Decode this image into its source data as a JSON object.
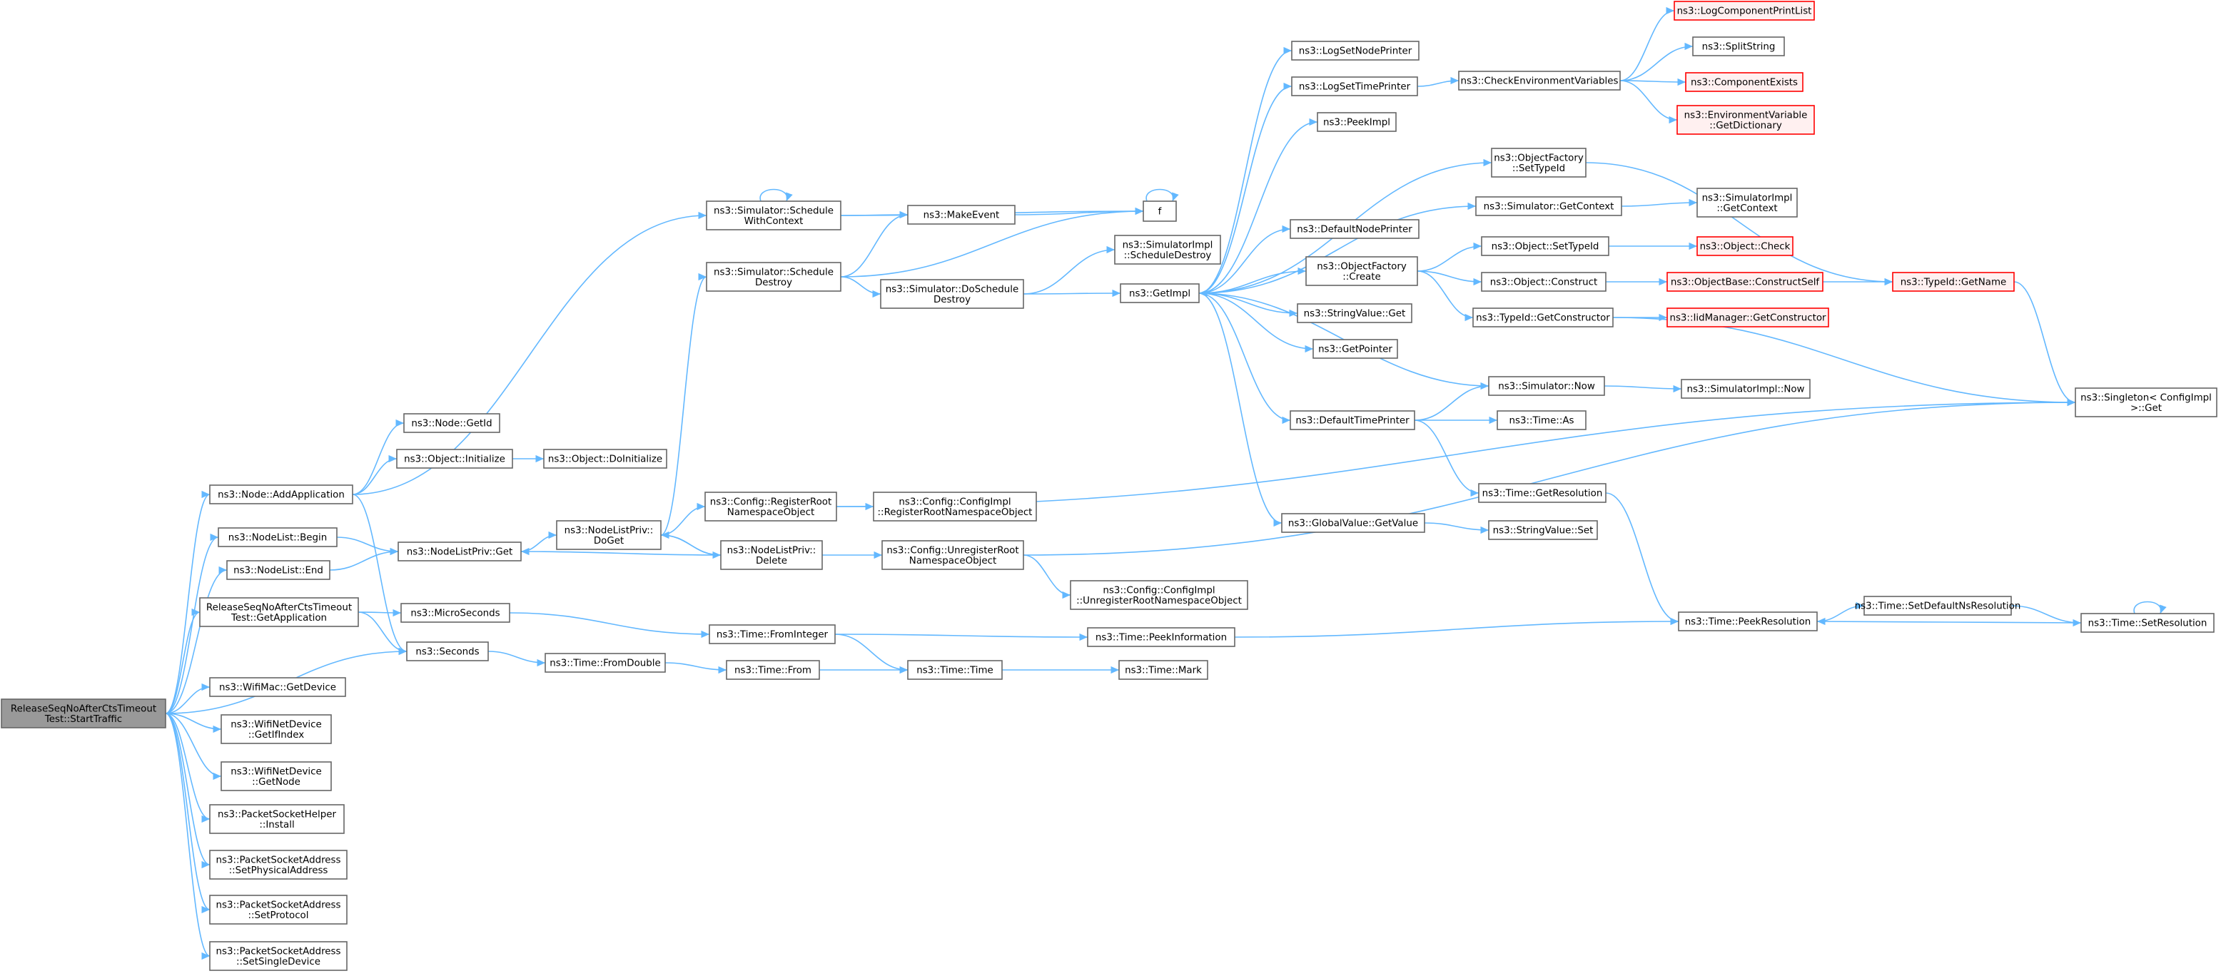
{
  "graph": {
    "nodes": [
      {
        "id": "root",
        "lines": [
          "ReleaseSeqNoAfterCtsTimeout",
          "Test::StartTraffic"
        ],
        "root": true
      },
      {
        "id": "addApp",
        "lines": [
          "ns3::Node::AddApplication"
        ]
      },
      {
        "id": "nlBegin",
        "lines": [
          "ns3::NodeList::Begin"
        ]
      },
      {
        "id": "nlEnd",
        "lines": [
          "ns3::NodeList::End"
        ]
      },
      {
        "id": "getApp",
        "lines": [
          "ReleaseSeqNoAfterCtsTimeout",
          "Test::GetApplication"
        ]
      },
      {
        "id": "seconds",
        "lines": [
          "ns3::Seconds"
        ]
      },
      {
        "id": "wmGetDevice",
        "lines": [
          "ns3::WifiMac::GetDevice"
        ]
      },
      {
        "id": "wndGetIf",
        "lines": [
          "ns3::WifiNetDevice",
          "::GetIfIndex"
        ]
      },
      {
        "id": "wndGetNode",
        "lines": [
          "ns3::WifiNetDevice",
          "::GetNode"
        ]
      },
      {
        "id": "pshInstall",
        "lines": [
          "ns3::PacketSocketHelper",
          "::Install"
        ]
      },
      {
        "id": "psaPhys",
        "lines": [
          "ns3::PacketSocketAddress",
          "::SetPhysicalAddress"
        ]
      },
      {
        "id": "psaProto",
        "lines": [
          "ns3::PacketSocketAddress",
          "::SetProtocol"
        ]
      },
      {
        "id": "psaSingle",
        "lines": [
          "ns3::PacketSocketAddress",
          "::SetSingleDevice"
        ]
      },
      {
        "id": "nodeGetId",
        "lines": [
          "ns3::Node::GetId"
        ]
      },
      {
        "id": "objInit",
        "lines": [
          "ns3::Object::Initialize"
        ]
      },
      {
        "id": "objDoInit",
        "lines": [
          "ns3::Object::DoInitialize"
        ]
      },
      {
        "id": "nlpGet",
        "lines": [
          "ns3::NodeListPriv::Get"
        ]
      },
      {
        "id": "microSec",
        "lines": [
          "ns3::MicroSeconds"
        ]
      },
      {
        "id": "nlpDoGet",
        "lines": [
          "ns3::NodeListPriv::",
          "DoGet"
        ]
      },
      {
        "id": "nlpDelete",
        "lines": [
          "ns3::NodeListPriv::",
          "Delete"
        ]
      },
      {
        "id": "cfgRegRoot",
        "lines": [
          "ns3::Config::RegisterRoot",
          "NamespaceObject"
        ]
      },
      {
        "id": "cfgImplReg",
        "lines": [
          "ns3::Config::ConfigImpl",
          "::RegisterRootNamespaceObject"
        ]
      },
      {
        "id": "cfgUnreg",
        "lines": [
          "ns3::Config::UnregisterRoot",
          "NamespaceObject"
        ]
      },
      {
        "id": "cfgImplUnreg",
        "lines": [
          "ns3::Config::ConfigImpl",
          "::UnregisterRootNamespaceObject"
        ]
      },
      {
        "id": "schedWithCtx",
        "lines": [
          "ns3::Simulator::Schedule",
          "WithContext"
        ]
      },
      {
        "id": "schedDestroy",
        "lines": [
          "ns3::Simulator::Schedule",
          "Destroy"
        ]
      },
      {
        "id": "makeEvent",
        "lines": [
          "ns3::MakeEvent"
        ]
      },
      {
        "id": "f",
        "lines": [
          "f"
        ]
      },
      {
        "id": "doSchedDestroy",
        "lines": [
          "ns3::Simulator::DoSchedule",
          "Destroy"
        ]
      },
      {
        "id": "siSchedDestroy",
        "lines": [
          "ns3::SimulatorImpl",
          "::ScheduleDestroy"
        ]
      },
      {
        "id": "getImpl",
        "lines": [
          "ns3::GetImpl"
        ]
      },
      {
        "id": "timeFromDouble",
        "lines": [
          "ns3::Time::FromDouble"
        ]
      },
      {
        "id": "timeFromInteger",
        "lines": [
          "ns3::Time::FromInteger"
        ]
      },
      {
        "id": "timeFrom",
        "lines": [
          "ns3::Time::From"
        ]
      },
      {
        "id": "timeTime",
        "lines": [
          "ns3::Time::Time"
        ]
      },
      {
        "id": "timeMark",
        "lines": [
          "ns3::Time::Mark"
        ]
      },
      {
        "id": "timePeekInfo",
        "lines": [
          "ns3::Time::PeekInformation"
        ]
      },
      {
        "id": "logSetNode",
        "lines": [
          "ns3::LogSetNodePrinter"
        ]
      },
      {
        "id": "logSetTime",
        "lines": [
          "ns3::LogSetTimePrinter"
        ]
      },
      {
        "id": "peekImpl",
        "lines": [
          "ns3::PeekImpl"
        ]
      },
      {
        "id": "defNodePrinter",
        "lines": [
          "ns3::DefaultNodePrinter"
        ]
      },
      {
        "id": "ofCreate",
        "lines": [
          "ns3::ObjectFactory",
          "::Create"
        ]
      },
      {
        "id": "svGet",
        "lines": [
          "ns3::StringValue::Get"
        ]
      },
      {
        "id": "getPointer",
        "lines": [
          "ns3::GetPointer"
        ]
      },
      {
        "id": "defTimePrinter",
        "lines": [
          "ns3::DefaultTimePrinter"
        ]
      },
      {
        "id": "gvGetValue",
        "lines": [
          "ns3::GlobalValue::GetValue"
        ]
      },
      {
        "id": "checkEnv",
        "lines": [
          "ns3::CheckEnvironmentVariables"
        ]
      },
      {
        "id": "ofSetTypeId",
        "lines": [
          "ns3::ObjectFactory",
          "::SetTypeId"
        ]
      },
      {
        "id": "simGetCtx",
        "lines": [
          "ns3::Simulator::GetContext"
        ]
      },
      {
        "id": "objSetTypeId",
        "lines": [
          "ns3::Object::SetTypeId"
        ]
      },
      {
        "id": "objConstruct",
        "lines": [
          "ns3::Object::Construct"
        ]
      },
      {
        "id": "tidGetCtor",
        "lines": [
          "ns3::TypeId::GetConstructor"
        ]
      },
      {
        "id": "simNow",
        "lines": [
          "ns3::Simulator::Now"
        ]
      },
      {
        "id": "timeAs",
        "lines": [
          "ns3::Time::As"
        ]
      },
      {
        "id": "timeGetRes",
        "lines": [
          "ns3::Time::GetResolution"
        ]
      },
      {
        "id": "svSet",
        "lines": [
          "ns3::StringValue::Set"
        ]
      },
      {
        "id": "logCompPrint",
        "lines": [
          "ns3::LogComponentPrintList"
        ],
        "truncated": true
      },
      {
        "id": "splitString",
        "lines": [
          "ns3::SplitString"
        ]
      },
      {
        "id": "compExists",
        "lines": [
          "ns3::ComponentExists"
        ],
        "truncated": true
      },
      {
        "id": "envGetDict",
        "lines": [
          "ns3::EnvironmentVariable",
          "::GetDictionary"
        ],
        "truncated": true
      },
      {
        "id": "siGetCtx",
        "lines": [
          "ns3::SimulatorImpl",
          "::GetContext"
        ]
      },
      {
        "id": "objCheck",
        "lines": [
          "ns3::Object::Check"
        ],
        "truncated": true
      },
      {
        "id": "obConstructSelf",
        "lines": [
          "ns3::ObjectBase::ConstructSelf"
        ],
        "truncated": true
      },
      {
        "id": "iidGetCtor",
        "lines": [
          "ns3::IidManager::GetConstructor"
        ],
        "truncated": true
      },
      {
        "id": "siNow",
        "lines": [
          "ns3::SimulatorImpl::Now"
        ]
      },
      {
        "id": "tidGetName",
        "lines": [
          "ns3::TypeId::GetName"
        ],
        "truncated": true
      },
      {
        "id": "singletonGet",
        "lines": [
          "ns3::Singleton< ConfigImpl",
          " >::Get"
        ]
      },
      {
        "id": "timePeekRes",
        "lines": [
          "ns3::Time::PeekResolution"
        ]
      },
      {
        "id": "timeSetDefNs",
        "lines": [
          "ns3::Time::SetDefaultNsResolution"
        ]
      },
      {
        "id": "timeSetRes",
        "lines": [
          "ns3::Time::SetResolution"
        ]
      }
    ],
    "edges": [
      [
        "root",
        "addApp"
      ],
      [
        "root",
        "nlBegin"
      ],
      [
        "root",
        "nlEnd"
      ],
      [
        "root",
        "getApp"
      ],
      [
        "root",
        "seconds"
      ],
      [
        "root",
        "wmGetDevice"
      ],
      [
        "root",
        "wndGetIf"
      ],
      [
        "root",
        "wndGetNode"
      ],
      [
        "root",
        "pshInstall"
      ],
      [
        "root",
        "psaPhys"
      ],
      [
        "root",
        "psaProto"
      ],
      [
        "root",
        "psaSingle"
      ],
      [
        "addApp",
        "nodeGetId"
      ],
      [
        "addApp",
        "objInit"
      ],
      [
        "addApp",
        "schedWithCtx"
      ],
      [
        "addApp",
        "seconds"
      ],
      [
        "objInit",
        "objDoInit"
      ],
      [
        "nlBegin",
        "nlpGet"
      ],
      [
        "nlEnd",
        "nlpGet"
      ],
      [
        "getApp",
        "microSec"
      ],
      [
        "getApp",
        "seconds"
      ],
      [
        "nlpGet",
        "nlpDoGet"
      ],
      [
        "nlpDoGet",
        "schedDestroy"
      ],
      [
        "nlpDoGet",
        "cfgRegRoot"
      ],
      [
        "nlpDoGet",
        "nlpDelete"
      ],
      [
        "nlpDelete",
        "nlpDoGet"
      ],
      [
        "nlpDelete",
        "nlpGet"
      ],
      [
        "nlpDelete",
        "cfgUnreg"
      ],
      [
        "cfgRegRoot",
        "cfgImplReg"
      ],
      [
        "cfgRegRoot",
        "singletonGet"
      ],
      [
        "cfgUnreg",
        "cfgImplUnreg"
      ],
      [
        "cfgUnreg",
        "singletonGet"
      ],
      [
        "schedWithCtx",
        "schedWithCtx"
      ],
      [
        "schedWithCtx",
        "makeEvent"
      ],
      [
        "schedWithCtx",
        "f"
      ],
      [
        "schedDestroy",
        "makeEvent"
      ],
      [
        "schedDestroy",
        "f"
      ],
      [
        "schedDestroy",
        "doSchedDestroy"
      ],
      [
        "makeEvent",
        "f"
      ],
      [
        "f",
        "f"
      ],
      [
        "doSchedDestroy",
        "siSchedDestroy"
      ],
      [
        "doSchedDestroy",
        "getImpl"
      ],
      [
        "seconds",
        "timeFromDouble"
      ],
      [
        "microSec",
        "timeFromInteger"
      ],
      [
        "timeFromDouble",
        "timeFrom"
      ],
      [
        "timeFrom",
        "timeTime"
      ],
      [
        "timeFromInteger",
        "timeTime"
      ],
      [
        "timeFromInteger",
        "timePeekInfo"
      ],
      [
        "timeTime",
        "timeMark"
      ],
      [
        "timePeekInfo",
        "timePeekRes"
      ],
      [
        "getImpl",
        "logSetNode"
      ],
      [
        "getImpl",
        "logSetTime"
      ],
      [
        "getImpl",
        "peekImpl"
      ],
      [
        "getImpl",
        "defNodePrinter"
      ],
      [
        "getImpl",
        "ofCreate"
      ],
      [
        "getImpl",
        "svGet"
      ],
      [
        "getImpl",
        "getPointer"
      ],
      [
        "getImpl",
        "defTimePrinter"
      ],
      [
        "getImpl",
        "gvGetValue"
      ],
      [
        "getImpl",
        "simGetCtx"
      ],
      [
        "getImpl",
        "ofSetTypeId"
      ],
      [
        "logSetTime",
        "checkEnv"
      ],
      [
        "checkEnv",
        "logCompPrint"
      ],
      [
        "checkEnv",
        "splitString"
      ],
      [
        "checkEnv",
        "compExists"
      ],
      [
        "checkEnv",
        "envGetDict"
      ],
      [
        "ofSetTypeId",
        "tidGetName"
      ],
      [
        "simGetCtx",
        "siGetCtx"
      ],
      [
        "ofCreate",
        "objSetTypeId"
      ],
      [
        "ofCreate",
        "objConstruct"
      ],
      [
        "ofCreate",
        "tidGetCtor"
      ],
      [
        "objSetTypeId",
        "objCheck"
      ],
      [
        "objConstruct",
        "obConstructSelf"
      ],
      [
        "obConstructSelf",
        "tidGetName"
      ],
      [
        "tidGetCtor",
        "iidGetCtor"
      ],
      [
        "tidGetCtor",
        "singletonGet"
      ],
      [
        "tidGetName",
        "singletonGet"
      ],
      [
        "defTimePrinter",
        "simNow"
      ],
      [
        "defTimePrinter",
        "timeAs"
      ],
      [
        "defTimePrinter",
        "timeGetRes"
      ],
      [
        "simNow",
        "getImpl"
      ],
      [
        "simNow",
        "siNow"
      ],
      [
        "timeGetRes",
        "timePeekRes"
      ],
      [
        "gvGetValue",
        "svSet"
      ],
      [
        "timeSetDefNs",
        "timeSetRes"
      ],
      [
        "timeSetRes",
        "timePeekRes"
      ],
      [
        "timeSetRes",
        "timeSetRes"
      ],
      [
        "timePeekRes",
        "timeSetDefNs"
      ]
    ]
  },
  "colors": {
    "edge": "#63b8ff",
    "node_border": "#666666",
    "root_fill": "#999999",
    "truncated_border": "#ff0000",
    "truncated_fill": "#fff0f0"
  }
}
